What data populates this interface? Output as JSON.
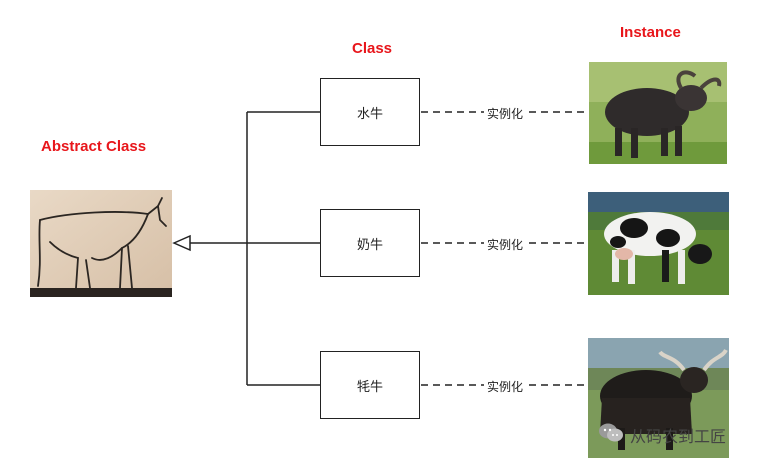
{
  "headings": {
    "abstract_class": "Abstract Class",
    "class": "Class",
    "instance": "Instance"
  },
  "classes": [
    {
      "label": "水牛",
      "relation": "实例化",
      "instance_image": "water-buffalo-photo"
    },
    {
      "label": "奶牛",
      "relation": "实例化",
      "instance_image": "dairy-cow-photo"
    },
    {
      "label": "牦牛",
      "relation": "实例化",
      "instance_image": "yak-photo"
    }
  ],
  "abstract_image": "bull-sketch-image",
  "watermark": {
    "text": "从码农到工匠",
    "icon": "wechat-icon"
  },
  "colors": {
    "heading": "#e8161b",
    "line": "#222222"
  }
}
